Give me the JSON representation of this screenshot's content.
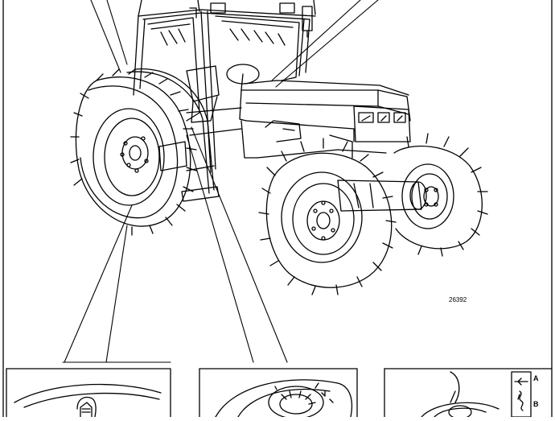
{
  "figure": {
    "number": "26392"
  },
  "insets": {
    "right_panel": {
      "label_a": "A",
      "label_b": "B"
    }
  }
}
